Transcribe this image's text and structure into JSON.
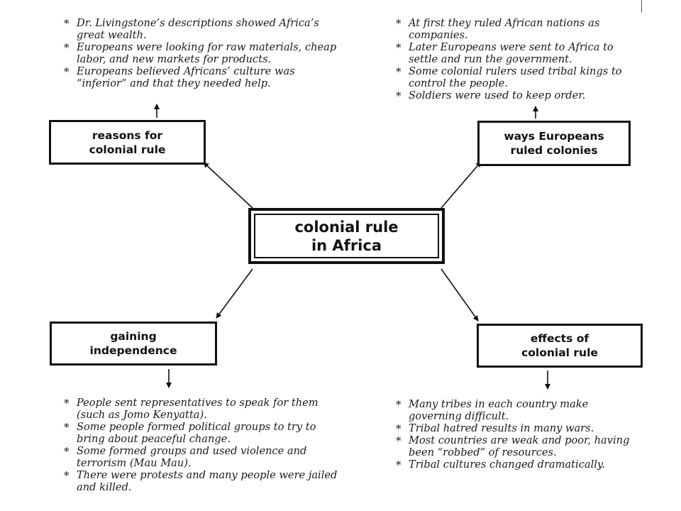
{
  "diagram": {
    "center": "colonial rule\nin Africa",
    "reasons": {
      "label": "reasons for\ncolonial rule",
      "notes": [
        "Dr. Livingstone’s descriptions showed Africa’s great wealth.",
        "Europeans were looking for raw materials, cheap labor, and new markets for products.",
        "Europeans believed Africans’ culture was “inferior” and that they needed help."
      ]
    },
    "ways": {
      "label": "ways Europeans\nruled colonies",
      "notes": [
        "At first they ruled African nations as companies.",
        "Later Europeans were sent to Africa to settle and run the government.",
        "Some colonial rulers used tribal kings to control the people.",
        "Soldiers were used to keep order."
      ]
    },
    "gaining": {
      "label": "gaining\nindependence",
      "notes": [
        "People sent representatives to speak for them (such as Jomo Kenyatta).",
        "Some people formed political groups to try to bring about peaceful change.",
        "Some formed groups and used violence and terrorism (Mau Mau).",
        "There were protests and many people were jailed and killed."
      ]
    },
    "effects": {
      "label": "effects of\ncolonial rule",
      "notes": [
        "Many tribes in each country make governing difficult.",
        "Tribal hatred results in many wars.",
        "Most countries are weak and poor, having been “robbed” of resources.",
        "Tribal cultures changed dramatically."
      ]
    }
  }
}
